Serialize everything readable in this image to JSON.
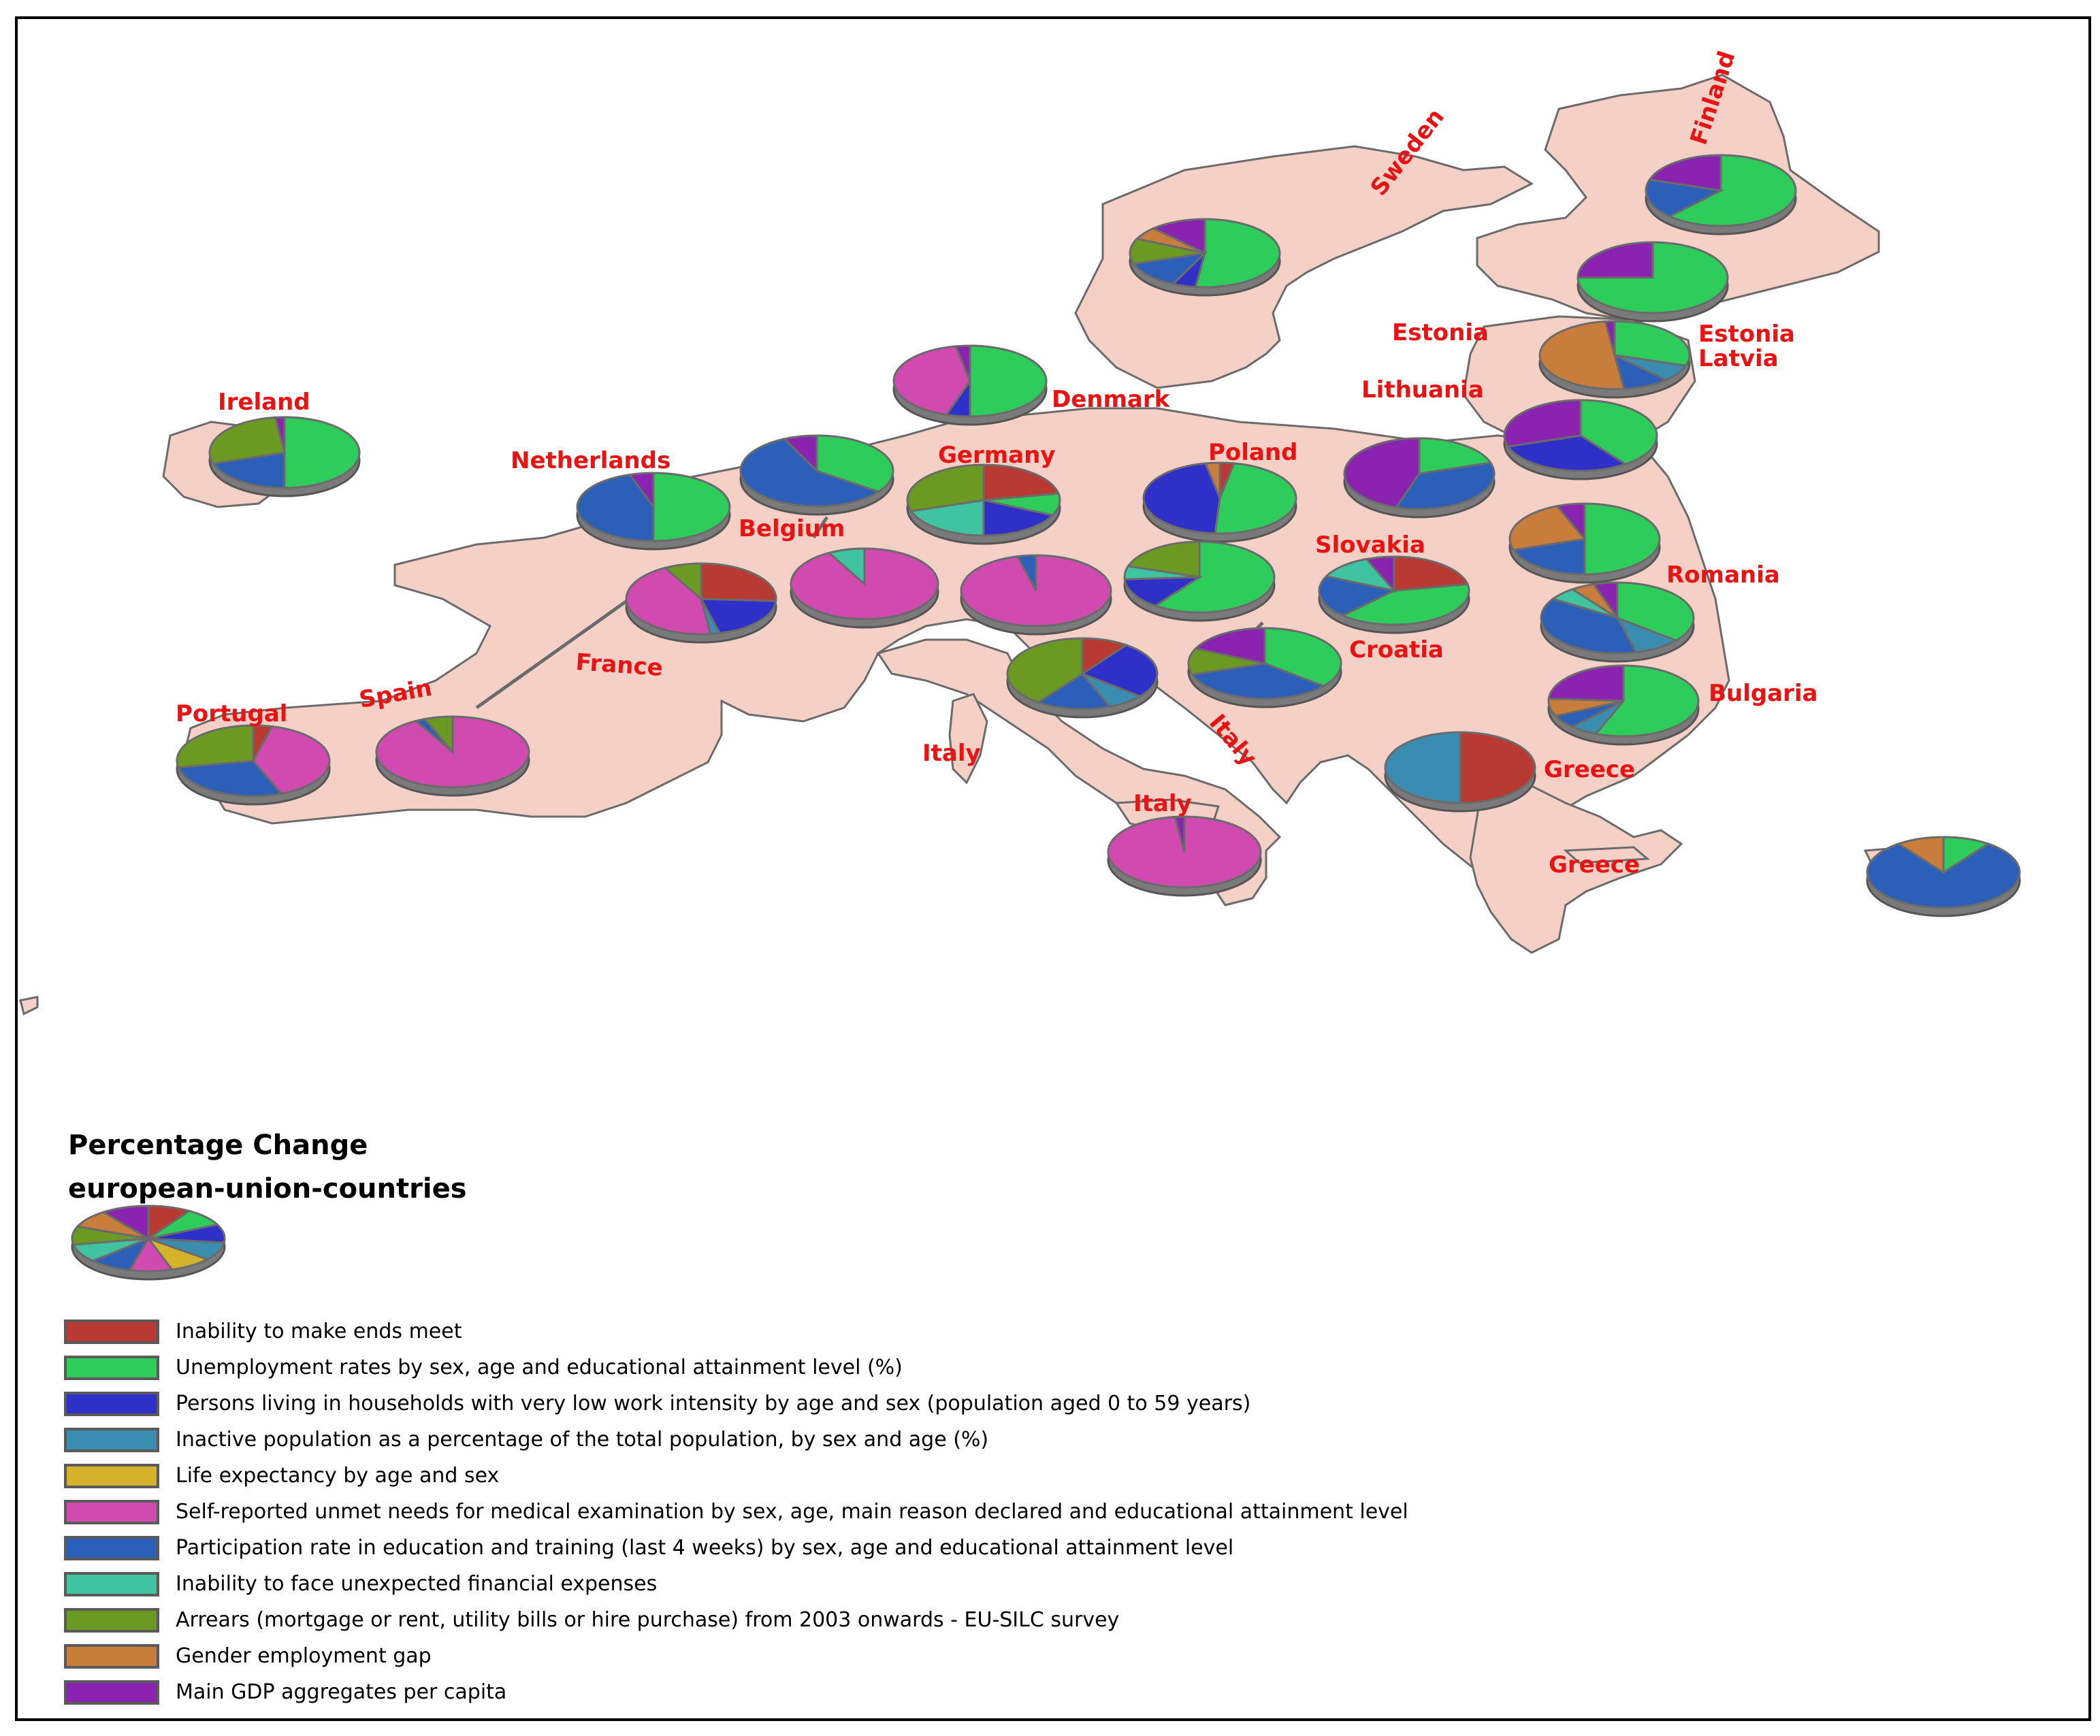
{
  "legend": {
    "title": "Percentage Change",
    "subtitle": "european-union-countries",
    "items": [
      {
        "label": "Inability to make ends meet",
        "color": "#b83a33"
      },
      {
        "label": "Unemployment rates by sex, age and educational attainment level (%)",
        "color": "#2ecc5a"
      },
      {
        "label": "Persons living in households with very low work intensity by age and sex (population aged 0 to 59 years)",
        "color": "#2f30c8"
      },
      {
        "label": "Inactive population as a percentage of the total population, by sex and age (%)",
        "color": "#3b8db0"
      },
      {
        "label": "Life expectancy by age and sex",
        "color": "#d4b22c"
      },
      {
        "label": "Self-reported unmet needs for medical examination by sex, age, main reason declared and educational attainment level",
        "color": "#d04ab0"
      },
      {
        "label": "Participation rate in education and training (last 4 weeks) by sex, age and educational attainment level",
        "color": "#2c5fb8"
      },
      {
        "label": "Inability to face unexpected financial expenses",
        "color": "#40c4a0"
      },
      {
        "label": "Arrears (mortgage or rent, utility bills or hire purchase) from 2003 onwards - EU-SILC survey",
        "color": "#6a9a22"
      },
      {
        "label": "Gender employment gap",
        "color": "#c87d3c"
      },
      {
        "label": "Main GDP aggregates per capita",
        "color": "#8a24b0"
      }
    ]
  },
  "map_labels": [
    "Ireland",
    "Netherlands",
    "Belgium",
    "Germany",
    "Denmark",
    "Poland",
    "Sweden",
    "Finland",
    "Estonia",
    "Estonia",
    "Latvia",
    "Lithuania",
    "Slovakia",
    "Romania",
    "Croatia",
    "Bulgaria",
    "Greece",
    "Greece",
    "France",
    "Spain",
    "Portugal",
    "Italy",
    "Italy",
    "Italy"
  ],
  "pies": [
    {
      "name": "ireland",
      "shares": {
        "2": 0,
        "6": 20,
        "8": 28,
        "10": 2,
        "1": 50
      }
    },
    {
      "name": "netherlands",
      "shares": {
        "6": 45,
        "10": 5,
        "1": 50
      }
    },
    {
      "name": "belgium-north",
      "shares": {
        "6": 58,
        "10": 7,
        "1": 35
      }
    },
    {
      "name": "denmark",
      "shares": {
        "5": 42,
        "10": 3,
        "1": 50,
        "2": 5
      }
    },
    {
      "name": "sweden",
      "shares": {
        "1": 52,
        "6": 13,
        "2": 5,
        "8": 12,
        "9": 6,
        "10": 12
      }
    },
    {
      "name": "finland-north",
      "shares": {
        "1": 62,
        "6": 18,
        "10": 20
      }
    },
    {
      "name": "finland-south",
      "shares": {
        "1": 75,
        "10": 25
      }
    },
    {
      "name": "estonia",
      "shares": {
        "1": 30,
        "3": 8,
        "6": 10,
        "9": 50,
        "10": 2
      }
    },
    {
      "name": "lithuania",
      "shares": {
        "1": 40,
        "2": 30,
        "10": 30
      }
    },
    {
      "name": "poland-east",
      "shares": {
        "1": 20,
        "6": 35,
        "10": 45
      }
    },
    {
      "name": "germany",
      "shares": {
        "0": 22,
        "1": 10,
        "2": 18,
        "7": 20,
        "8": 30
      }
    },
    {
      "name": "poland-west",
      "shares": {
        "1": 48,
        "2": 46,
        "0": 3,
        "9": 3
      }
    },
    {
      "name": "france-north",
      "shares": {
        "0": 26,
        "2": 20,
        "5": 44,
        "8": 8,
        "3": 2
      }
    },
    {
      "name": "belgium-south",
      "shares": {
        "5": 92,
        "7": 8
      }
    },
    {
      "name": "switzerland",
      "shares": {
        "5": 96,
        "6": 4
      }
    },
    {
      "name": "austria",
      "shares": {
        "1": 60,
        "2": 14,
        "7": 6,
        "8": 20
      }
    },
    {
      "name": "slovakia",
      "shares": {
        "0": 22,
        "1": 40,
        "6": 20,
        "7": 12,
        "10": 6
      }
    },
    {
      "name": "romania-north",
      "shares": {
        "1": 50,
        "6": 20,
        "9": 24,
        "10": 6
      }
    },
    {
      "name": "romania-south",
      "shares": {
        "1": 36,
        "3": 10,
        "6": 38,
        "7": 6,
        "9": 5,
        "10": 5
      }
    },
    {
      "name": "croatia",
      "shares": {
        "1": 36,
        "6": 34,
        "8": 12,
        "10": 18
      }
    },
    {
      "name": "italy-north",
      "shares": {
        "0": 10,
        "2": 26,
        "6": 16,
        "8": 40,
        "3": 8
      }
    },
    {
      "name": "bulgaria",
      "shares": {
        "1": 56,
        "6": 6,
        "3": 6,
        "9": 8,
        "10": 24
      }
    },
    {
      "name": "greece",
      "shares": {
        "0": 50,
        "3": 50
      }
    },
    {
      "name": "spain",
      "shares": {
        "5": 92,
        "8": 6,
        "6": 2
      }
    },
    {
      "name": "portugal",
      "shares": {
        "5": 40,
        "6": 28,
        "8": 28,
        "0": 4
      }
    },
    {
      "name": "sicily",
      "shares": {
        "5": 98,
        "10": 2
      }
    },
    {
      "name": "cyprus",
      "shares": {
        "6": 80,
        "9": 10,
        "1": 10
      }
    },
    {
      "name": "legend-pie",
      "shares": {
        "0": 9,
        "1": 9,
        "2": 9,
        "3": 9,
        "4": 9,
        "5": 9,
        "6": 9,
        "7": 9,
        "8": 9,
        "9": 9,
        "10": 10
      }
    }
  ]
}
